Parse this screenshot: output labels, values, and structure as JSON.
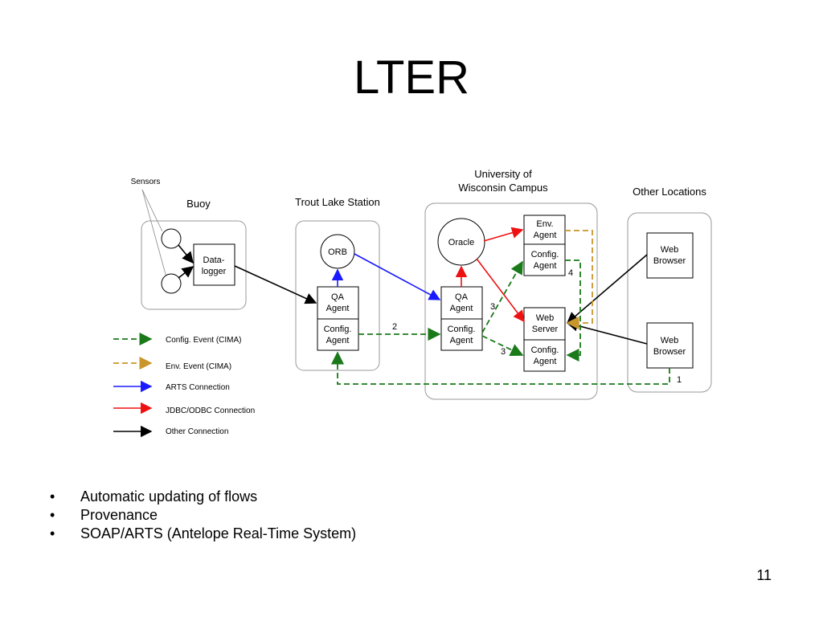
{
  "slide": {
    "title": "LTER",
    "page_number": "11",
    "bullets": [
      "Automatic updating of flows",
      "Provenance",
      "SOAP/ARTS (Antelope Real-Time System)"
    ]
  },
  "diagram": {
    "regions": {
      "sensors": "Sensors",
      "buoy": "Buoy",
      "trout_lake": "Trout Lake Station",
      "uw_campus_line1": "University of",
      "uw_campus_line2": "Wisconsin Campus",
      "other_locations": "Other Locations"
    },
    "nodes": {
      "datalogger": [
        "Data-",
        "logger"
      ],
      "orb": "ORB",
      "oracle": "Oracle",
      "tls_qa_agent": [
        "QA",
        "Agent"
      ],
      "tls_config_agent": [
        "Config.",
        "Agent"
      ],
      "uw_qa_agent": [
        "QA",
        "Agent"
      ],
      "uw_config_agent": [
        "Config.",
        "Agent"
      ],
      "env_agent": [
        "Env.",
        "Agent"
      ],
      "env_config_agent": [
        "Config.",
        "Agent"
      ],
      "web_server": [
        "Web",
        "Server"
      ],
      "web_config_agent": [
        "Config.",
        "Agent"
      ],
      "web_browser_1": [
        "Web",
        "Browser"
      ],
      "web_browser_2": [
        "Web",
        "Browser"
      ]
    },
    "flow_labels": {
      "step1": "1",
      "step2": "2",
      "step3a": "3",
      "step3b": "3",
      "step4": "4"
    },
    "legend": [
      {
        "label": "Config. Event (CIMA)",
        "color": "#1a7a1a",
        "style": "dashed"
      },
      {
        "label": "Env. Event (CIMA)",
        "color": "#c8962a",
        "style": "dashed"
      },
      {
        "label": "ARTS Connection",
        "color": "#1a1aff",
        "style": "solid"
      },
      {
        "label": "JDBC/ODBC Connection",
        "color": "#ee1111",
        "style": "solid"
      },
      {
        "label": "Other Connection",
        "color": "#000000",
        "style": "solid"
      }
    ]
  }
}
